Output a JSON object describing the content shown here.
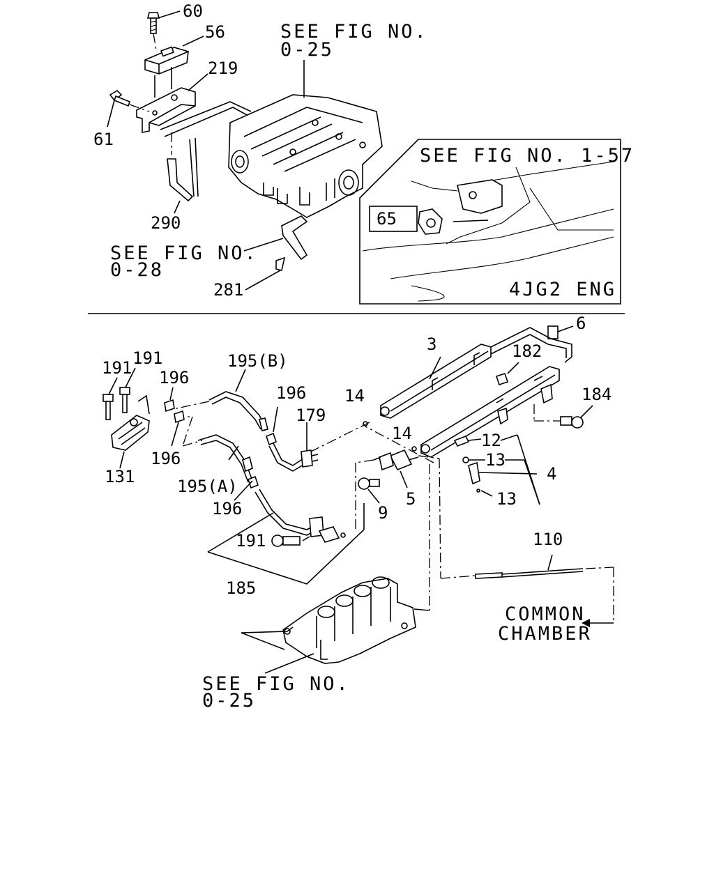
{
  "top": {
    "callouts": {
      "c60": "60",
      "c56": "56",
      "c219": "219",
      "c61": "61",
      "c290": "290",
      "c281": "281"
    },
    "see_fig_025": {
      "line1": "SEE FIG NO.",
      "line2": "0-25"
    },
    "see_fig_028": {
      "line1": "SEE FIG NO.",
      "line2": "0-28"
    },
    "inset": {
      "see_fig": "SEE FIG NO. 1-57",
      "callout_65": "65",
      "engine": "4JG2 ENG"
    }
  },
  "bottom": {
    "callouts": {
      "c6": "6",
      "c3": "3",
      "c182": "182",
      "c191a": "191",
      "c191b": "191",
      "c196a": "196",
      "c195b": "195(B)",
      "c196b": "196",
      "c179": "179",
      "c14a": "14",
      "c14b": "14",
      "c184": "184",
      "c12": "12",
      "c13a": "13",
      "c13b": "13",
      "c4": "4",
      "c131": "131",
      "c196c": "196",
      "c195a": "195(A)",
      "c196d": "196",
      "c9": "9",
      "c5": "5",
      "c191c": "191",
      "c110": "110",
      "c185": "185"
    },
    "common_chamber": {
      "line1": "COMMON",
      "line2": "CHAMBER"
    },
    "see_fig_025": {
      "line1": "SEE FIG NO.",
      "line2": "0-25"
    }
  }
}
